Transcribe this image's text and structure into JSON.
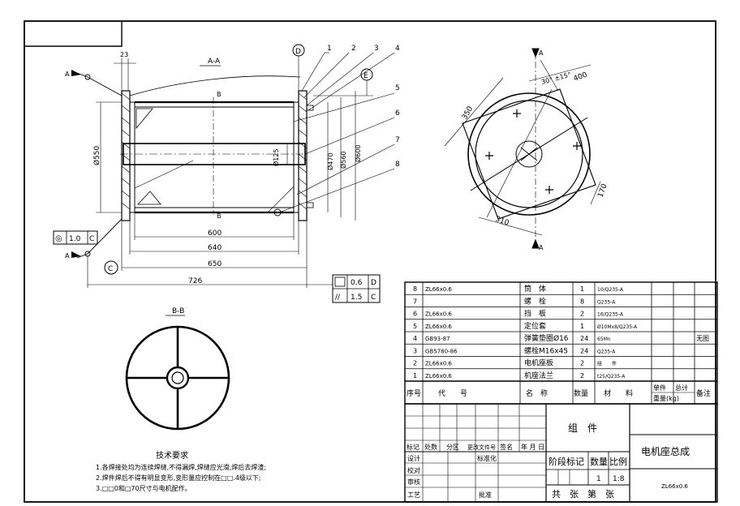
{
  "section_labels": {
    "aa": "A-A",
    "bb": "B-B"
  },
  "callout_letters": {
    "d": "D",
    "e": "E",
    "c": "C",
    "a_top": "A",
    "a_bottom": "A",
    "b_top": "B",
    "b_bottom": "B",
    "a_top_left": "A",
    "a_bottom_left": "A"
  },
  "leader_numbers": [
    "1",
    "2",
    "3",
    "4",
    "5",
    "6",
    "7",
    "8"
  ],
  "dimensions": {
    "d23": "23",
    "d550": "Ø550",
    "d125": "Ø125",
    "d470": "Ø470",
    "d560": "Ø560",
    "d600v": "Ø600",
    "d600": "600",
    "d640": "640",
    "d650": "650",
    "d726": "726",
    "ang": "30° ±15°",
    "r400": "400",
    "r350": "350",
    "r170": "170",
    "r310": "310"
  },
  "tolerance_left": {
    "symbol": "◎",
    "value": "1.0",
    "ref": "C"
  },
  "tolerance_right": [
    {
      "symbol": "",
      "value": "0.6",
      "ref": "D"
    },
    {
      "symbol": "//",
      "value": "1.5",
      "ref": "C"
    }
  ],
  "tech_requirements": {
    "title": "技术要求",
    "lines": [
      "1.各焊接处均为连续焊缝,不得漏焊,焊缝应光滑,焊后去焊渣;",
      "2.焊件焊后不得有明显变形,变形量应控制在□□.4级以下;",
      "3.□□0和□70尺寸与电机配作。"
    ]
  },
  "parts": [
    {
      "no": "8",
      "code": "ZL66x0.6",
      "name": "筒　体",
      "qty": "1",
      "material": "10/Q235-A",
      "weight": "",
      "note": ""
    },
    {
      "no": "7",
      "code": "",
      "name": "螺　栓",
      "qty": "8",
      "material": "Q235-A",
      "weight": "",
      "note": ""
    },
    {
      "no": "6",
      "code": "ZL66x0.6",
      "name": "挡　板",
      "qty": "2",
      "material": "16/Q235-A",
      "weight": "",
      "note": ""
    },
    {
      "no": "5",
      "code": "ZL66x0.6",
      "name": "定位套",
      "qty": "1",
      "material": "Ø10Mx8/Q235-A",
      "weight": "",
      "note": ""
    },
    {
      "no": "4",
      "code": "GB93-87",
      "name": "弹簧垫圈Ø16",
      "qty": "24",
      "material": "65Mn",
      "weight": "",
      "note": "无图"
    },
    {
      "no": "3",
      "code": "GB5780-86",
      "name": "螺栓M16x45",
      "qty": "24",
      "material": "Q235-A",
      "weight": "",
      "note": ""
    },
    {
      "no": "2",
      "code": "ZL66x0.6",
      "name": "电机座板",
      "qty": "2",
      "material": "组　　件",
      "weight": "",
      "note": ""
    },
    {
      "no": "1",
      "code": "ZL66x0.6",
      "name": "机座法兰",
      "qty": "2",
      "material": "t25/Q235-A",
      "weight": "",
      "note": ""
    }
  ],
  "parts_header": {
    "no": "序号",
    "code": "代　　号",
    "name": "名　称",
    "qty": "数量",
    "material": "材　　料",
    "unit_weight": "单件",
    "total_weight": "总计",
    "weight_label": "重量(kg)",
    "note": "备注"
  },
  "title_block": {
    "group": "组　件",
    "stage": "阶段标记",
    "weight": "数量",
    "scale": "比例",
    "qty_value": "1",
    "scale_value": "1:8",
    "sheets": "共　张　第　张",
    "title": "电机座总成",
    "drawing_no": "ZL66x0.6",
    "change_headers": [
      "标记",
      "处数",
      "分区",
      "更改文件号",
      "签名",
      "年 月 日"
    ],
    "roles": [
      "设计",
      "校对",
      "审核",
      "工艺"
    ],
    "standardize": "标准化",
    "approve": "批准"
  }
}
